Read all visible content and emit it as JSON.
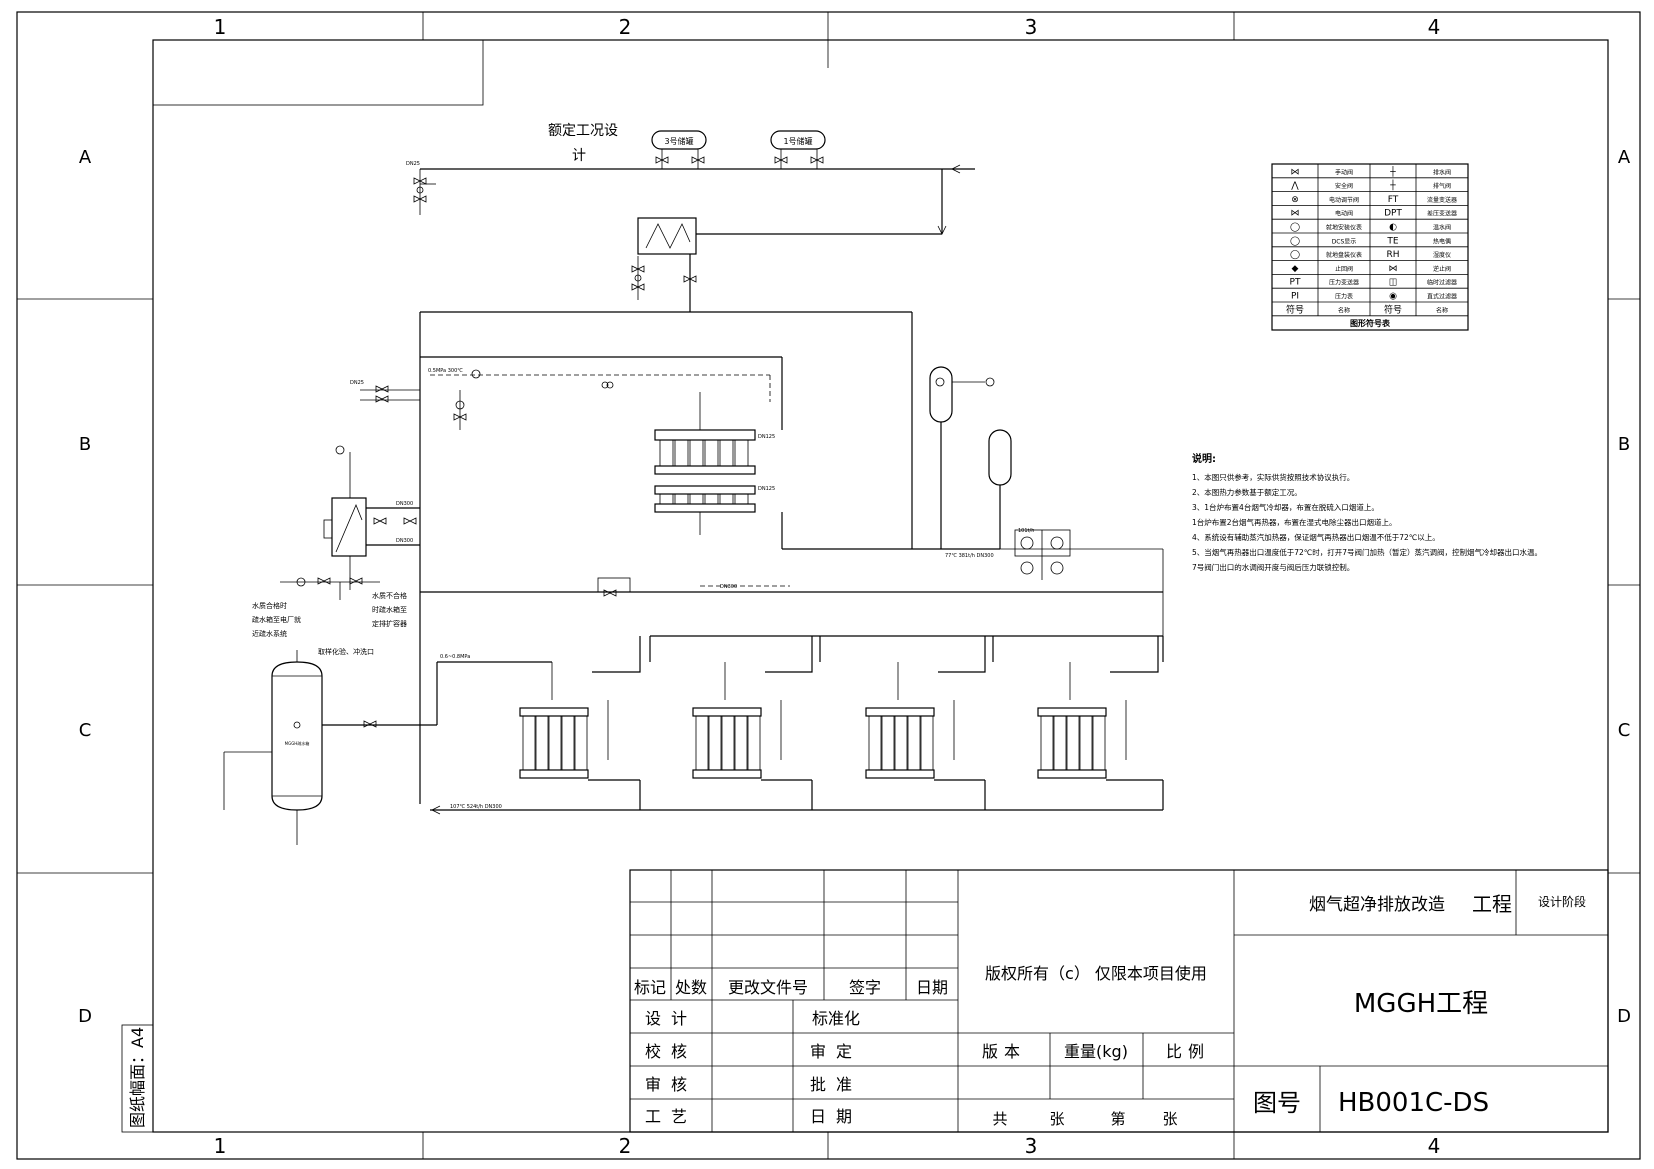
{
  "frame": {
    "column_labels": [
      "1",
      "2",
      "3",
      "4"
    ],
    "row_labels": [
      "A",
      "B",
      "C",
      "D"
    ],
    "sheet_size": "图纸幅面：A4"
  },
  "diagram": {
    "title_lines": [
      "额定工况设",
      "计"
    ],
    "tanks": [
      "3号储罐",
      "1号储罐"
    ],
    "labels": {
      "steam_in": "0.5MPa 300℃",
      "dn25": "DN25",
      "dn300": "DN300",
      "dn300b": "DN300",
      "dn125": "DN125",
      "hot_water": "DN300",
      "return_flow": "77℃ 381t/h DN300",
      "bottom_flow": "107℃ 524t/h DN300",
      "pressure": "0.6~0.8MPa",
      "water_ok": [
        "水质合格时",
        "疏水箱至电厂就",
        "近疏水系统"
      ],
      "water_bad": [
        "水质不合格",
        "时疏水箱至",
        "定排扩容器"
      ],
      "sampling": "取样化验、冲洗口",
      "tank_label": "MGGH疏水箱",
      "flow_label": "101t/h"
    },
    "notes": {
      "heading": "说明:",
      "items": [
        "1、本图只供参考，实际供货按照技术协议执行。",
        "2、本图热力参数基于额定工况。",
        "3、1台炉布置4台烟气冷却器，布置在脱硫入口烟道上。",
        "   1台炉布置2台烟气再热器，布置在湿式电除尘器出口烟道上。",
        "4、系统设有辅助蒸汽加热器，保证烟气再热器出口烟温不低于72℃以上。",
        "5、当烟气再热器出口温度低于72℃时，打开7号阀门加热（暂定）蒸汽调阀，控制烟气冷却器出口水温。",
        "   7号阀门出口的水调阀开度与阀后压力联锁控制。"
      ]
    }
  },
  "legend": {
    "title": "图形符号表",
    "header": [
      "符号",
      "名称",
      "符号",
      "名称"
    ],
    "rows": [
      [
        "⋈",
        "手动阀",
        "┼",
        "排水阀"
      ],
      [
        "⋀",
        "安全阀",
        "┼",
        "排气阀"
      ],
      [
        "⊗",
        "电动调节阀",
        "FT",
        "流量变送器"
      ],
      [
        "⋈",
        "电动阀",
        "DPT",
        "差压变送器"
      ],
      [
        "◯",
        "就地安装仪表",
        "◐",
        "温水阀"
      ],
      [
        "◯",
        "DCS显示",
        "TE",
        "热电偶"
      ],
      [
        "◯",
        "就地盘装仪表",
        "RH",
        "湿度仪"
      ],
      [
        "◆",
        "止回阀",
        "⋈",
        "逆止阀"
      ],
      [
        "PT",
        "压力变送器",
        "◫",
        "临时过滤器"
      ],
      [
        "PI",
        "压力表",
        "◉",
        "直式过滤器"
      ]
    ]
  },
  "title_block": {
    "project": "烟气超净排放改造",
    "project_suffix": "工程",
    "stage": "设计阶段",
    "copyright": "版权所有（c） 仅限本项目使用",
    "drawing_name": "MGGH工程",
    "drawing_no_label": "图号",
    "drawing_no": "HB001C-DS",
    "revision_header": [
      "标记",
      "处数",
      "更改文件号",
      "签字",
      "日期"
    ],
    "roles_left": [
      "设计",
      "校核",
      "审核",
      "工艺"
    ],
    "roles_right": [
      "标准化",
      "审定",
      "批准",
      "日期"
    ],
    "attrs": [
      "版本",
      "重量(kg)",
      "比例"
    ],
    "sheet_count": [
      "共",
      "张",
      "第",
      "张"
    ]
  }
}
